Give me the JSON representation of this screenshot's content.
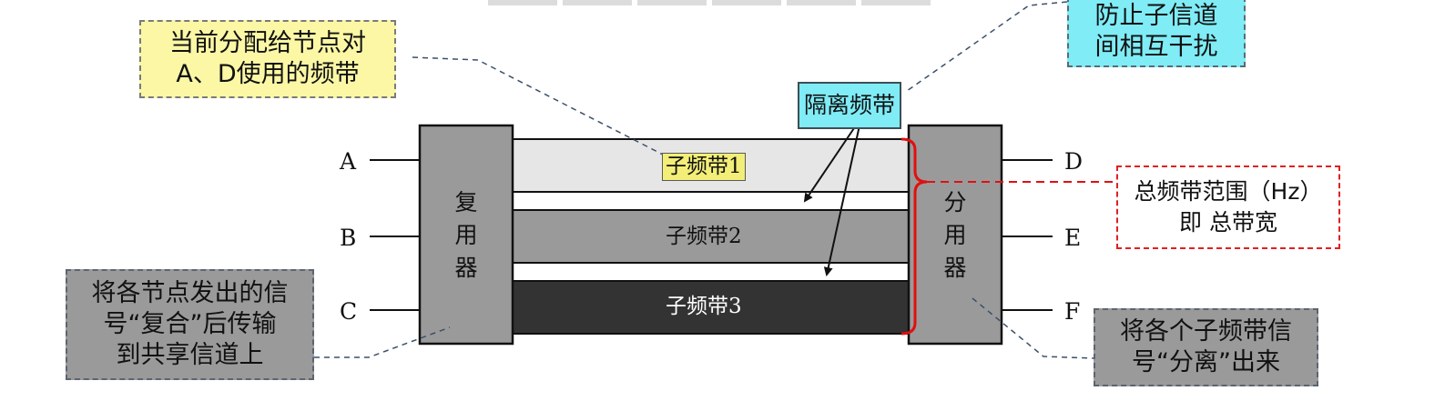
{
  "callouts": {
    "current_band": "当前分配给节点对\nA、D使用的频带",
    "prevent": "防止子信道\n间相互干扰",
    "isolation": "隔离频带",
    "total": "总频带范围（Hz）\n即 总带宽",
    "combine": "将各节点发出的信\n号“复合”后传输\n到共享信道上",
    "separate": "将各个子频带信\n号“分离”出来"
  },
  "mux": {
    "label": "复\n用\n器"
  },
  "demux": {
    "label": "分\n用\n器"
  },
  "bands": [
    {
      "label": "子频带1"
    },
    {
      "label": "子频带2"
    },
    {
      "label": "子频带3"
    }
  ],
  "inputs": [
    "A",
    "B",
    "C"
  ],
  "outputs": [
    "D",
    "E",
    "F"
  ],
  "colors": {
    "band1": "#e6e6e6",
    "band2": "#9a9a9a",
    "band3": "#333333",
    "device": "#9a9a9a",
    "brace": "#e01010",
    "leader": "#3a5068"
  }
}
